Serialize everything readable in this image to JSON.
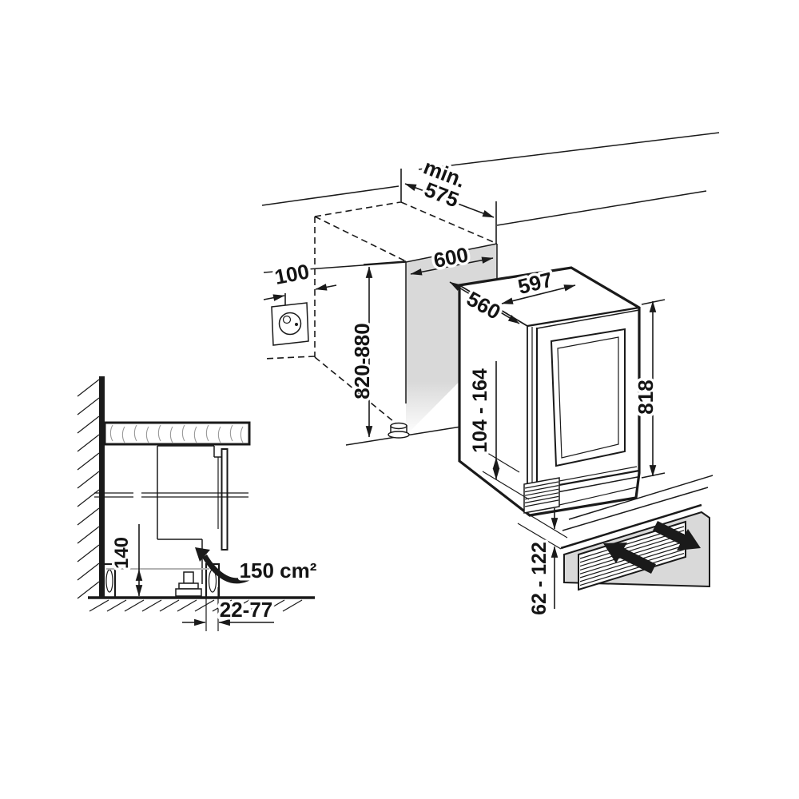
{
  "diagram": {
    "type": "appliance built-under installation drawing",
    "colors": {
      "line": "#1a1a1a",
      "panel_gray": "#d9d9d9",
      "ref_gray": "#b3b3b3"
    },
    "dims": {
      "worktop_depth_min": "min.",
      "worktop_depth_value": "575",
      "niche_width": "600",
      "niche_height": "820-880",
      "socket_offset": "100",
      "appliance_width": "597",
      "appliance_depth": "560",
      "appliance_height": "818",
      "appliance_plinth_range": "104 - 164",
      "vent_plinth_range": "62 - 122",
      "floor_clearance": "140",
      "air_section": "150 cm²",
      "plinth_recess_depth": "22-77"
    },
    "icons": [
      "power-socket-icon",
      "adjustable-foot-icon",
      "airflow-arrow-icon",
      "air-in-arrow-icon",
      "air-out-arrow-icon",
      "vent-grille-icon"
    ]
  }
}
